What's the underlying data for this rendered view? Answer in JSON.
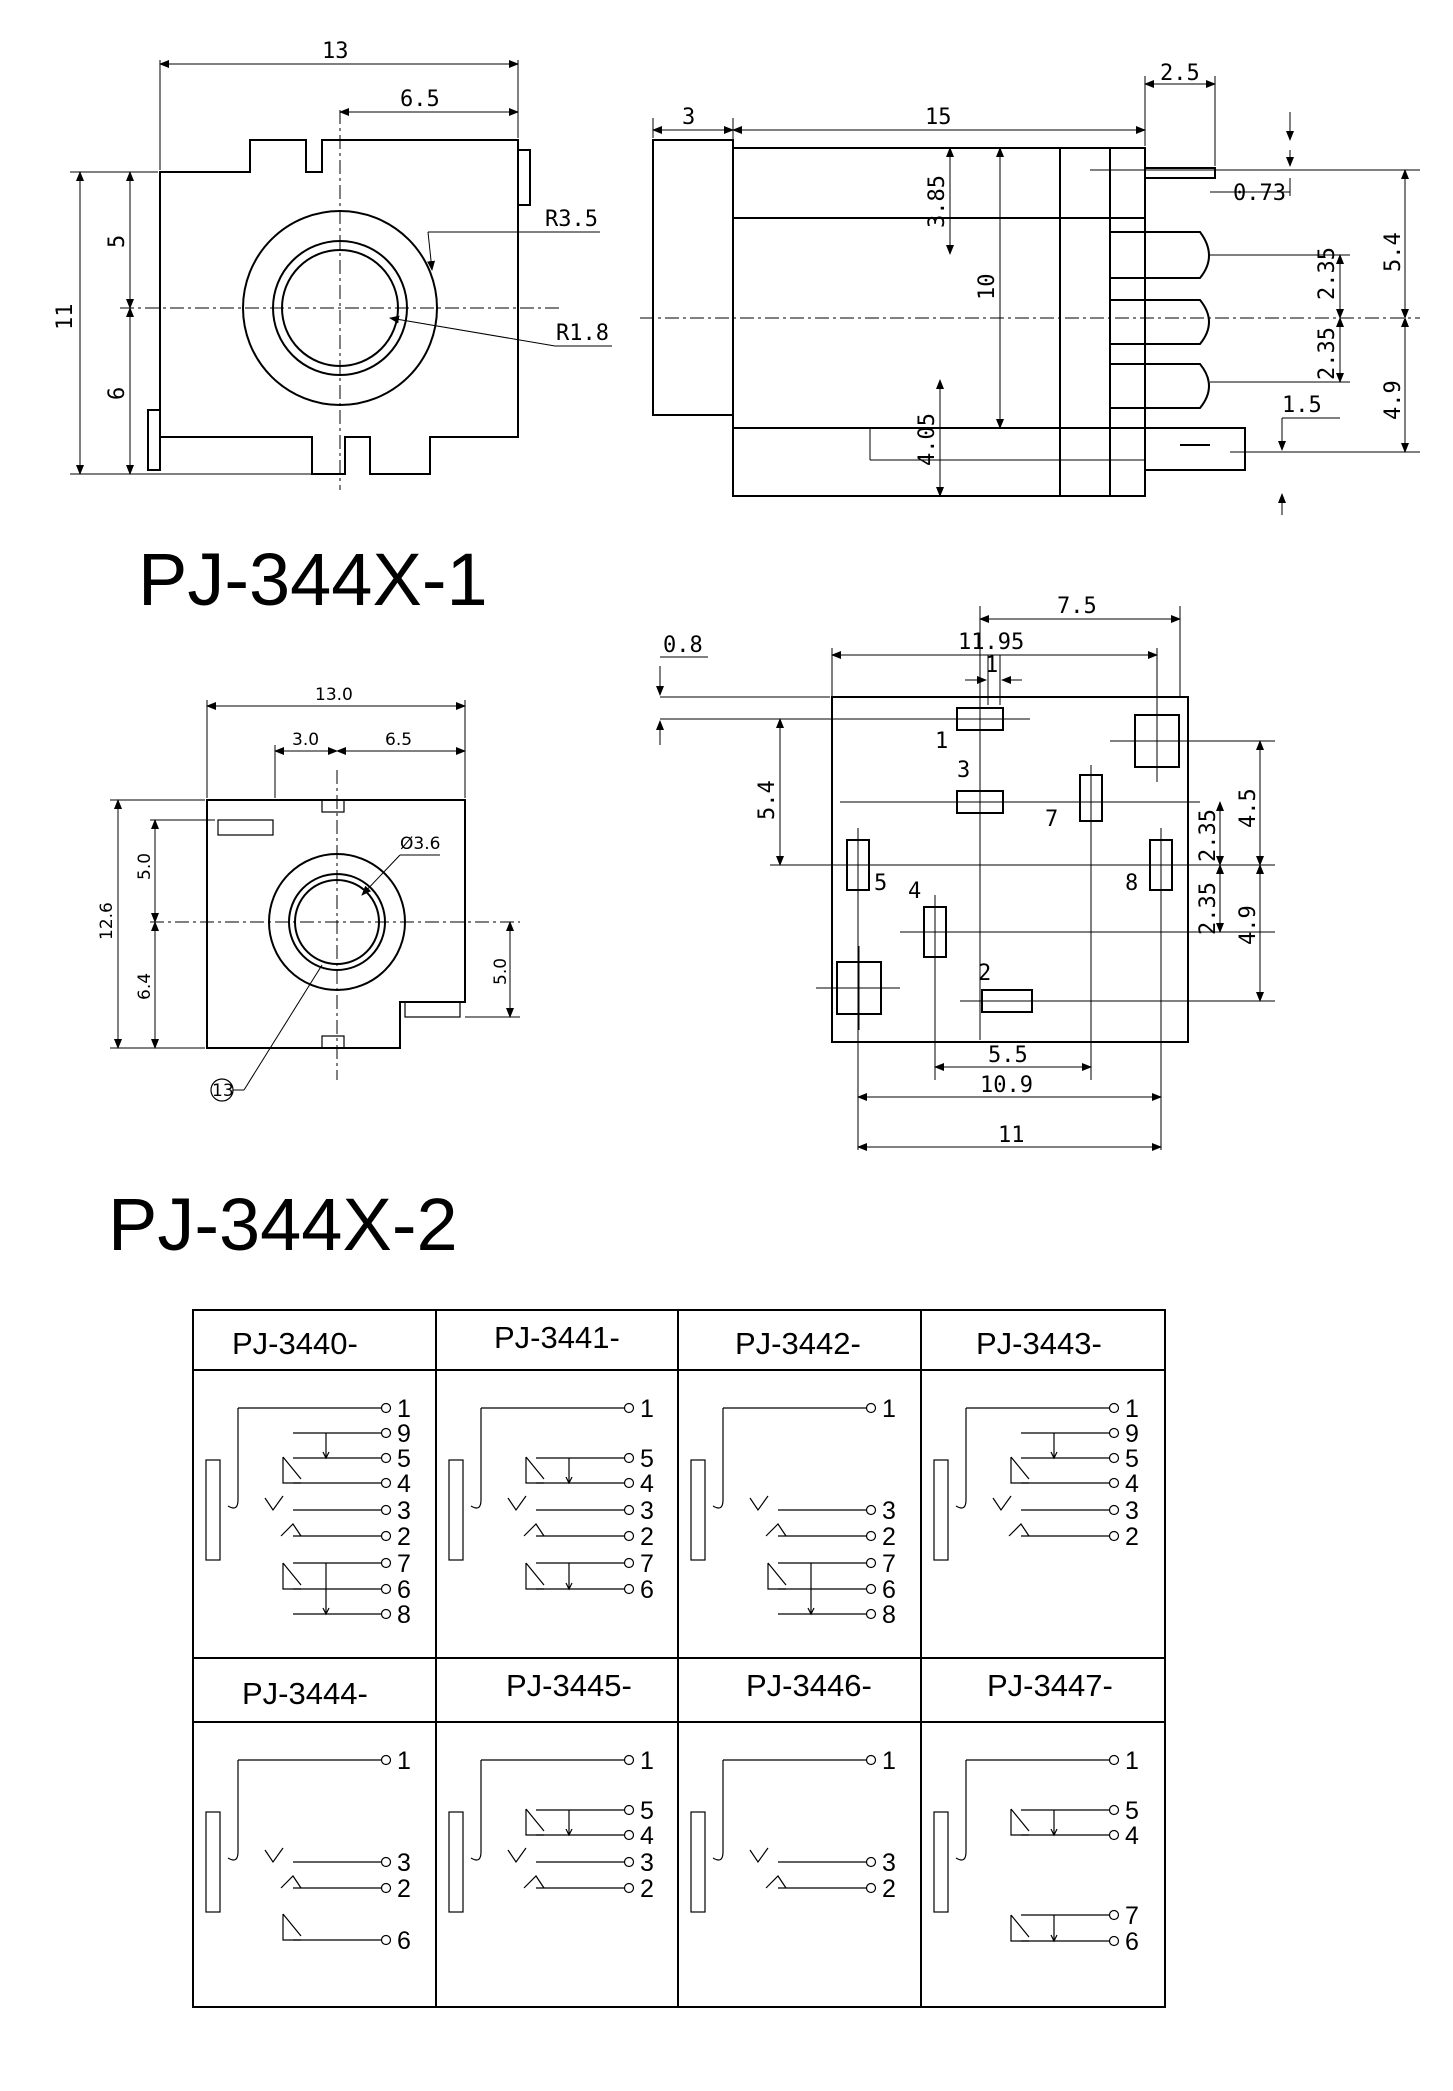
{
  "top_drawing": {
    "model_label": "PJ-344X-1",
    "front_view": {
      "width_dim": "13",
      "half_width_dim": "6.5",
      "height_dim": "11",
      "upper_dim": "5",
      "lower_dim": "6",
      "outer_radius": "R3.5",
      "inner_radius": "R1.8"
    },
    "side_view": {
      "front_dim": "3",
      "body_dim": "15",
      "pin_dim": "2.5",
      "top_offset": "3.85",
      "height_dim": "10",
      "bottom_offset": "4.05",
      "pin_width": "0.73",
      "right_upper": "5.4",
      "right_lower": "4.9",
      "pin_spacing_1": "2.35",
      "pin_spacing_2": "2.35",
      "pin_length": "1.5"
    }
  },
  "bottom_drawing": {
    "model_label": "PJ-344X-2",
    "front_view": {
      "width_dim": "13.0",
      "left_dim": "3.0",
      "right_dim": "6.5",
      "height_dim": "12.6",
      "upper_dim": "5.0",
      "lower_dim": "6.4",
      "right_side_dim": "5.0",
      "hole_dim": "Ø3.6",
      "callout": "13"
    },
    "footprint": {
      "top_right_dim": "7.5",
      "small_dim": "0.8",
      "width_dim": "11.95",
      "pin1_dim": "1",
      "left_dim": "5.4",
      "right_upper": "4.5",
      "right_spacing_1": "2.35",
      "right_spacing_2": "2.35",
      "right_lower": "4.9",
      "bottom_dim_1": "5.5",
      "bottom_dim_2": "10.9",
      "bottom_dim_3": "11",
      "pins": [
        "1",
        "3",
        "7",
        "5",
        "8",
        "4",
        "2"
      ]
    }
  },
  "schematic_table": {
    "cells": [
      {
        "title": "PJ-3440-",
        "pins": [
          "1",
          "9",
          "5",
          "4",
          "3",
          "2",
          "7",
          "6",
          "8"
        ]
      },
      {
        "title": "PJ-3441-",
        "pins": [
          "1",
          "5",
          "4",
          "3",
          "2",
          "7",
          "6"
        ]
      },
      {
        "title": "PJ-3442-",
        "pins": [
          "1",
          "3",
          "2",
          "7",
          "6",
          "8"
        ]
      },
      {
        "title": "PJ-3443-",
        "pins": [
          "1",
          "9",
          "5",
          "4",
          "3",
          "2"
        ]
      },
      {
        "title": "PJ-3444-",
        "pins": [
          "1",
          "3",
          "2",
          "6"
        ]
      },
      {
        "title": "PJ-3445-",
        "pins": [
          "1",
          "5",
          "4",
          "3",
          "2"
        ]
      },
      {
        "title": "PJ-3446-",
        "pins": [
          "1",
          "3",
          "2"
        ]
      },
      {
        "title": "PJ-3447-",
        "pins": [
          "1",
          "5",
          "4",
          "7",
          "6"
        ]
      }
    ]
  }
}
